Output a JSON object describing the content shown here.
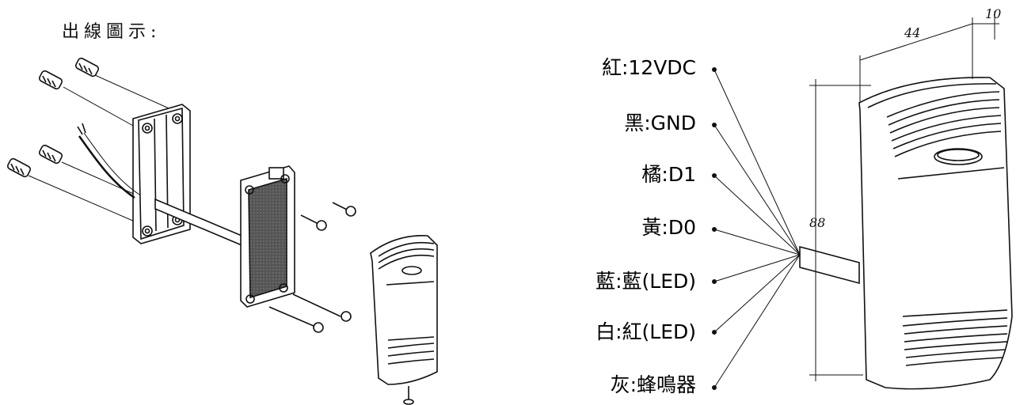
{
  "title": "出線圖示:",
  "wires": [
    {
      "label": "紅:12VDC"
    },
    {
      "label": "黑:GND"
    },
    {
      "label": "橘:D1"
    },
    {
      "label": "黃:D0"
    },
    {
      "label": "藍:藍(LED)"
    },
    {
      "label": "白:紅(LED)"
    },
    {
      "label": "灰:蜂鳴器"
    }
  ],
  "dimensions": {
    "width": "44",
    "depth": "10",
    "height": "88"
  }
}
